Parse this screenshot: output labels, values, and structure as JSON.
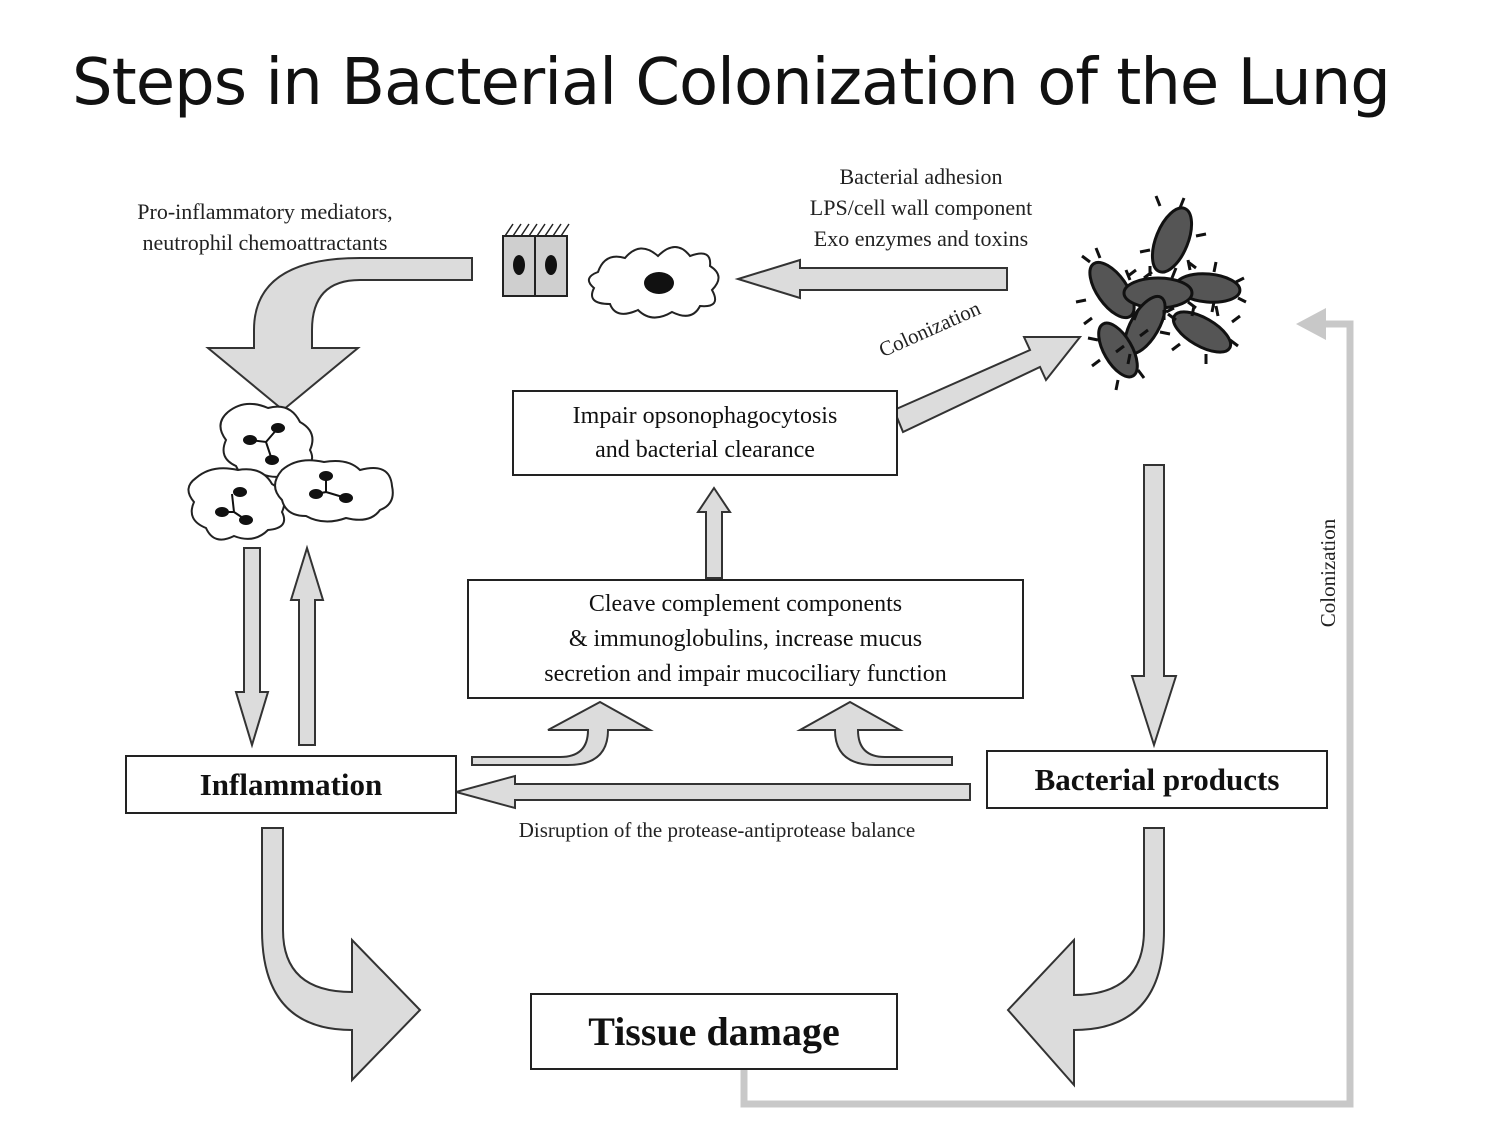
{
  "title": "Steps in Bacterial Colonization of the Lung",
  "labels": {
    "pro_inflammatory": [
      "Pro-inflammatory mediators,",
      "neutrophil chemoattractants"
    ],
    "bacterial_adhesion": [
      "Bacterial adhesion",
      "LPS/cell wall component",
      "Exo enzymes and toxins"
    ],
    "colonization_diagonal": "Colonization",
    "colonization_vertical": "Colonization",
    "disruption": "Disruption of the protease-antiprotease balance"
  },
  "boxes": {
    "impair": [
      "Impair opsonophagocytosis",
      "and bacterial clearance"
    ],
    "cleave": [
      "Cleave complement components",
      "& immunoglobulins, increase mucus",
      "secretion and impair mucociliary function"
    ],
    "inflammation": "Inflammation",
    "bacterial_products": "Bacterial products",
    "tissue_damage": "Tissue damage"
  },
  "icons": {
    "epithelial": "epithelial-cells-icon",
    "macrophage": "macrophage-icon",
    "neutrophils": "neutrophils-icon",
    "bacteria": "bacteria-cluster-icon"
  },
  "colors": {
    "arrow_fill": "#dcdcdc",
    "arrow_stroke": "#333333",
    "feedback_arrow": "#c8c8c8",
    "bacteria": "#555555"
  }
}
